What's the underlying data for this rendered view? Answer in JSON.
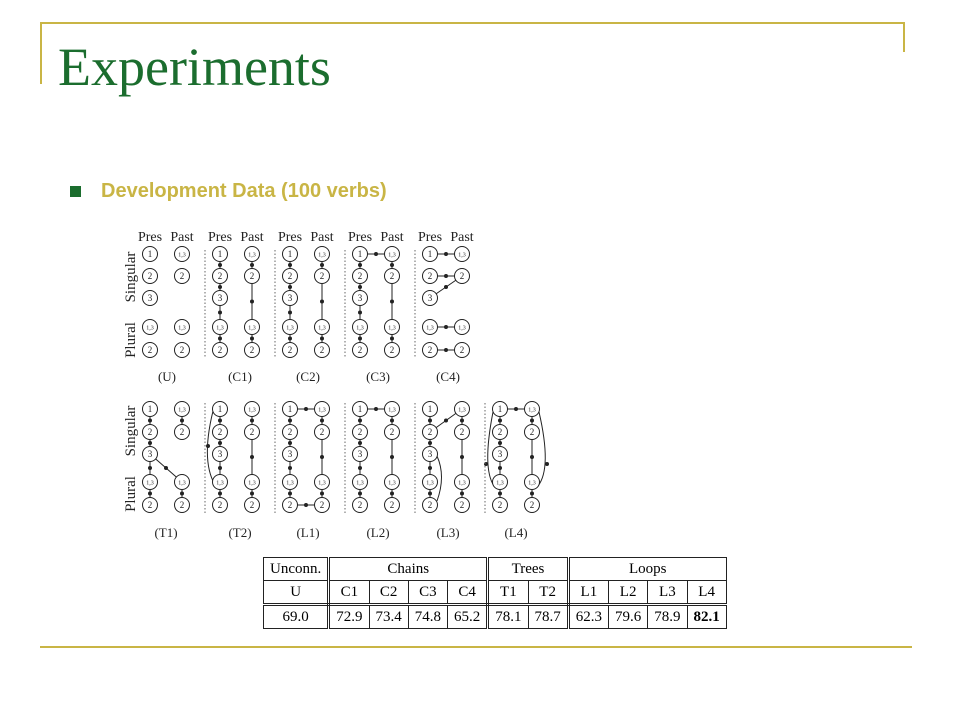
{
  "slide": {
    "title": "Experiments",
    "bullet": "Development Data (100 verbs)"
  },
  "figure": {
    "col_headers": [
      "Pres",
      "Past"
    ],
    "row_labels": [
      "Singular",
      "Plural"
    ],
    "node_labels": {
      "n1": "1",
      "n2": "2",
      "n3": "3",
      "n13": "1,3"
    },
    "top_panels": [
      "(U)",
      "(C1)",
      "(C2)",
      "(C3)",
      "(C4)"
    ],
    "bottom_panels": [
      "(T1)",
      "(T2)",
      "(L1)",
      "(L2)",
      "(L3)",
      "(L4)"
    ]
  },
  "table": {
    "groups": [
      "Unconn.",
      "Chains",
      "Trees",
      "Loops"
    ],
    "columns": [
      "U",
      "C1",
      "C2",
      "C3",
      "C4",
      "T1",
      "T2",
      "L1",
      "L2",
      "L3",
      "L4"
    ],
    "values": [
      "69.0",
      "72.9",
      "73.4",
      "74.8",
      "65.2",
      "78.1",
      "78.7",
      "62.3",
      "79.6",
      "78.9",
      "82.1"
    ],
    "best_index": 10
  }
}
